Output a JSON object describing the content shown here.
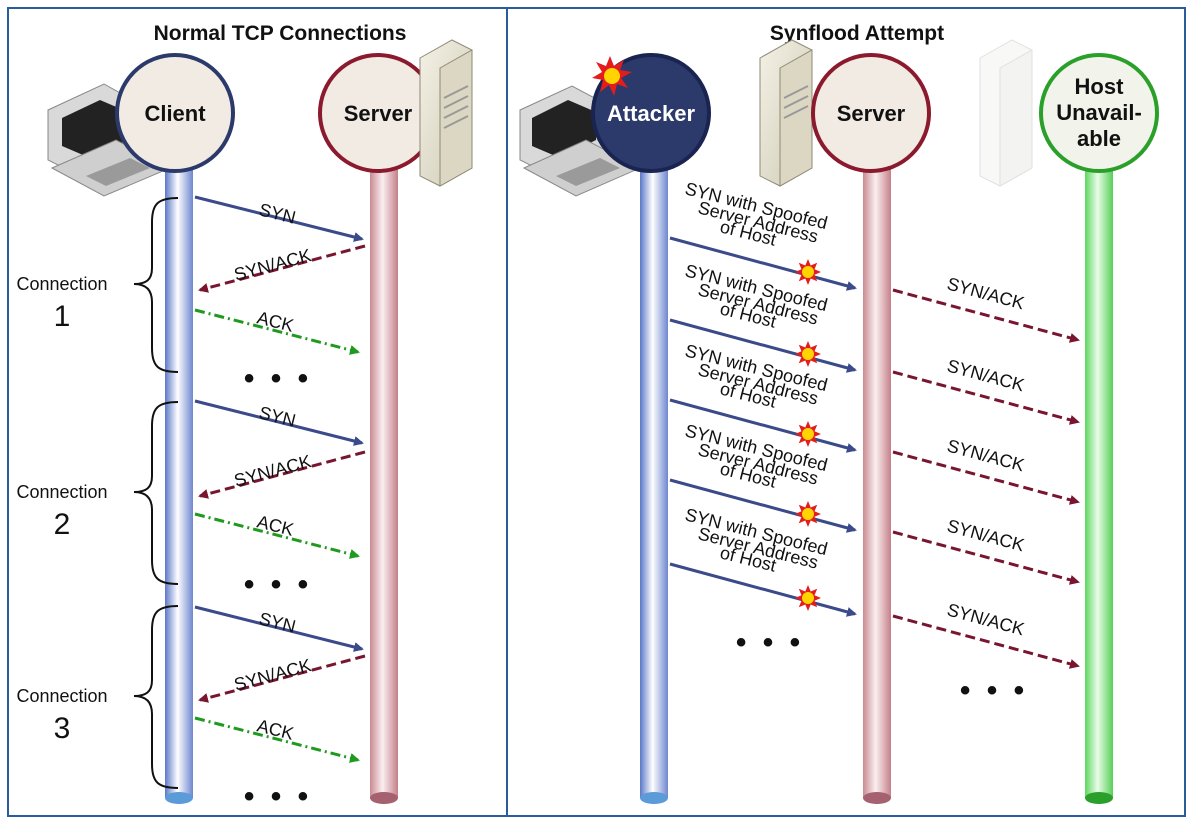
{
  "panels": {
    "left_title": "Normal TCP Connections",
    "right_title": "Synflood Attempt"
  },
  "nodes": {
    "client": "Client",
    "server_left": "Server",
    "attacker": "Attacker",
    "server_right": "Server",
    "host_line1": "Host",
    "host_line2": "Unavail-",
    "host_line3": "able"
  },
  "messages": {
    "syn": "SYN",
    "synack": "SYN/ACK",
    "ack": "ACK",
    "spoof_line1": "SYN with Spoofed",
    "spoof_line2": "Server Address",
    "spoof_line3": "of Host",
    "ellipsis": "• • •"
  },
  "connections": [
    {
      "label": "Connection",
      "number": "1"
    },
    {
      "label": "Connection",
      "number": "2"
    },
    {
      "label": "Connection",
      "number": "3"
    }
  ],
  "colors": {
    "client_blue": "#3b4a8a",
    "server_red": "#8b1a2e",
    "host_green": "#2aa02a",
    "ack_green": "#1f9a1f",
    "synack_red": "#7a1530",
    "attacker_fill": "#2b3a6b",
    "panel_border": "#2a5b9a"
  }
}
